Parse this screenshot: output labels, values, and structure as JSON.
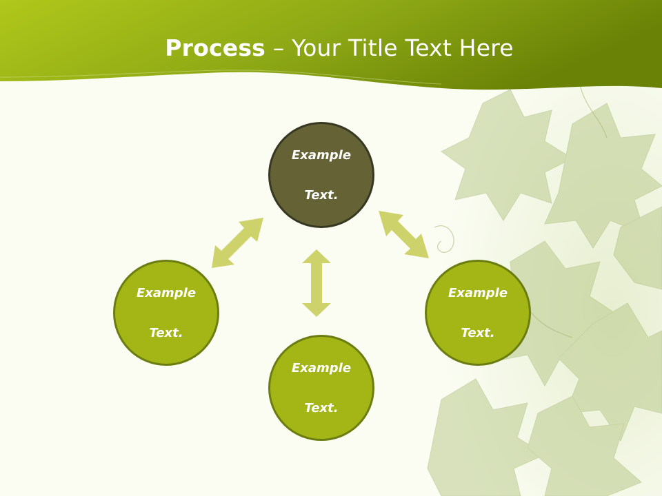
{
  "title": {
    "bold": "Process",
    "rest": " – Your Title Text Here"
  },
  "colors": {
    "header_green": "#9bb312",
    "header_dark": "#6d8409",
    "background": "#fbfdf3",
    "center_node": "#656236",
    "outer_node": "#a3b616",
    "arrow": "#cdd26a",
    "leaf": "#b9c98a"
  },
  "nodes": {
    "top": {
      "line1": "Example",
      "line2": "Text."
    },
    "left": {
      "line1": "Example",
      "line2": "Text."
    },
    "right": {
      "line1": "Example",
      "line2": "Text."
    },
    "bottom": {
      "line1": "Example",
      "line2": "Text."
    }
  },
  "arrows": [
    "top-left",
    "top-right",
    "vertical"
  ]
}
